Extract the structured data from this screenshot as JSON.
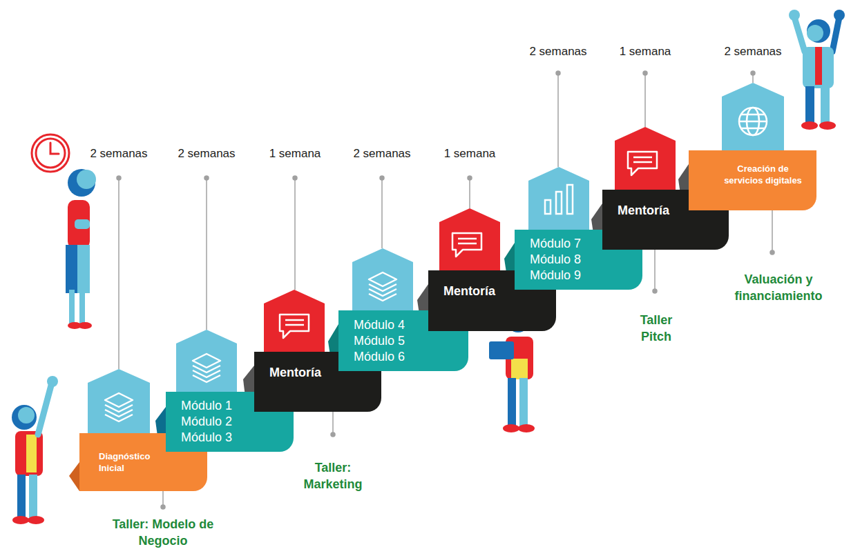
{
  "diagram": {
    "nodes": [
      {
        "text": [
          "Diagnóstico Inicial"
        ]
      },
      {
        "text": [
          "Módulo 1",
          "Módulo 2",
          "Módulo 3"
        ]
      },
      {
        "text": [
          "Mentoría"
        ]
      },
      {
        "text": [
          "Módulo 4",
          "Módulo 5",
          "Módulo 6"
        ]
      },
      {
        "text": [
          "Mentoría"
        ]
      },
      {
        "text": [
          "Módulo 7",
          "Módulo 8",
          "Módulo 9"
        ]
      },
      {
        "text": [
          "Mentoría"
        ]
      },
      {
        "text": [
          "Creación de servicios digitales"
        ]
      }
    ],
    "labels": [
      "2 semanas",
      "2 semanas",
      "1 semana",
      "2 semanas",
      "1 semana",
      "2 semanas",
      "1 semana",
      "2 semanas",
      "Taller: Modelo de Negocio",
      "Taller: Marketing",
      "Taller Pitch",
      "Valuación y financiamiento"
    ]
  }
}
